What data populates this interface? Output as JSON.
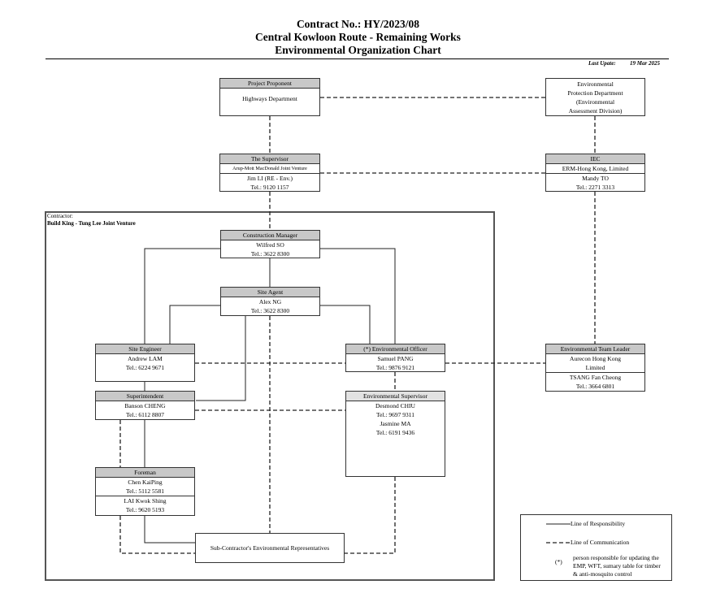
{
  "header": {
    "line1": "Contract No.: HY/2023/08",
    "line2": "Central Kowloon Route - Remaining Works",
    "line3": "Environmental Organization Chart",
    "update_label": "Last Upate:",
    "update_date": "19 Mar 2025"
  },
  "contractor": {
    "label": "Contractor:",
    "name": "Build King - Tung Lee Joint Venture"
  },
  "boxes": {
    "proponent": {
      "title": "Project Proponent",
      "line1": "Highways Department"
    },
    "epd": {
      "line1": "Environmental",
      "line2": "Protection Department",
      "line3": "(Environmental",
      "line4": "Assessment Division)"
    },
    "supervisor": {
      "title": "The Supervisor",
      "org": "Arup-Mott MacDonald Joint Venture",
      "person": "Jim LI (RE - Env.)",
      "tel": "Tel.: 9120 1157"
    },
    "iec": {
      "title": "IEC",
      "org": "ERM-Hong Kong, Limited",
      "person": "Mandy TO",
      "tel": "Tel.: 2271 3313"
    },
    "cm": {
      "title": "Construction Manager",
      "person": "Wilfred SO",
      "tel": "Tel.: 3622 8300"
    },
    "agent": {
      "title": "Site Agent",
      "person": "Alex NG",
      "tel": "Tel.: 3622 8300"
    },
    "engineer": {
      "title": "Site Engineer",
      "person": "Andrew LAM",
      "tel": "Tel.: 6224 9671"
    },
    "eo": {
      "title": "(*) Environmental Officer",
      "person": "Samuel PANG",
      "tel": "Tel.: 9876 9121"
    },
    "etl": {
      "title": "Environmental Team Leader",
      "org1": "Aurecon Hong Kong",
      "org2": "Limited",
      "person": "TSANG Fan Cheong",
      "tel": "Tel.: 3664 6801"
    },
    "superintendent": {
      "title": "Superintendent",
      "person": "Banson CHENG",
      "tel": "Tel.: 6112 8807"
    },
    "es": {
      "title": "Environmental Supervisor",
      "person1": "Desmond CHIU",
      "tel1": "Tel.: 9697 9311",
      "person2": "Jasmine MA",
      "tel2": "Tel.: 6191 9436"
    },
    "foreman": {
      "title": "Foreman",
      "person1": "Chen KaiPing",
      "tel1": "Tel.: 5112 5581",
      "person2": "LAI Kwok Shing",
      "tel2": "Tel.: 9620 5193"
    },
    "subcon": {
      "line1": "Sub-Contractor's Environmental Representatives"
    }
  },
  "legend": {
    "responsibility": "Line of Responsibility",
    "communication": "Line of Communication",
    "star": "(*)",
    "note1": "person responsible for updating the",
    "note2": "EMP, WFT, sumary table for timber",
    "note3": "& anti-mosquito control"
  }
}
